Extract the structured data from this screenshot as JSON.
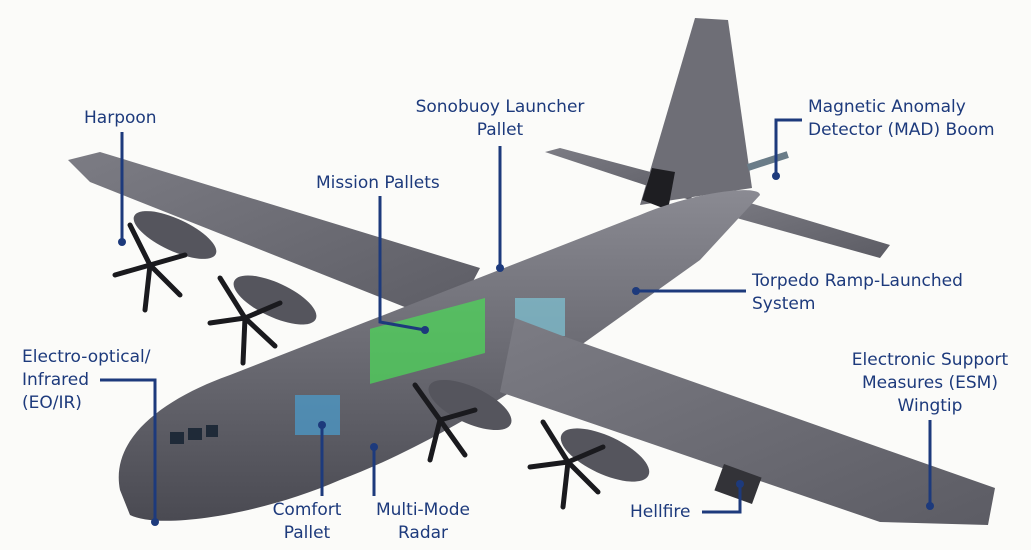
{
  "colors": {
    "label": "#1d3a7c",
    "leader": "#1d3a7c",
    "aircraft": "#5f5f66"
  },
  "labels": {
    "harpoon": [
      "Harpoon"
    ],
    "sonobuoy": [
      "Sonobuoy Launcher",
      "Pallet"
    ],
    "mission_pallets": [
      "Mission Pallets"
    ],
    "mad": [
      "Magnetic Anomaly",
      "Detector (MAD) Boom"
    ],
    "torpedo": [
      "Torpedo Ramp-Launched",
      "System"
    ],
    "eoir": [
      "Electro-optical/",
      "Infrared",
      "(EO/IR)"
    ],
    "esm": [
      "Electronic Support",
      "Measures (ESM)",
      "Wingtip"
    ],
    "comfort": [
      "Comfort",
      "Pallet"
    ],
    "radar": [
      "Multi-Mode",
      "Radar"
    ],
    "hellfire": [
      "Hellfire"
    ]
  }
}
